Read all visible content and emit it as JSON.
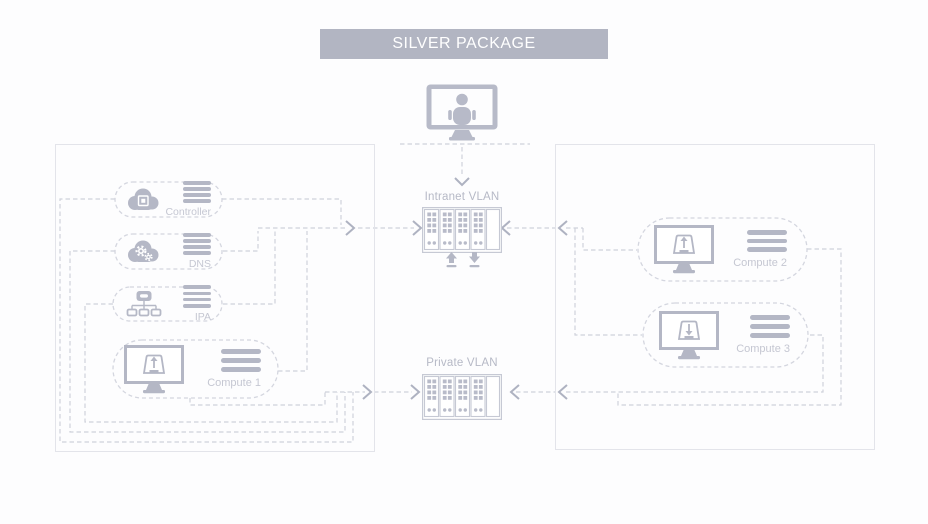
{
  "title_banner": {
    "label": "SILVER PACKAGE"
  },
  "user_terminal": {
    "icon": "monitor-user-icon"
  },
  "vlans": {
    "intranet": {
      "label": "Intranet VLAN",
      "icon": "switch-rack-icon",
      "transfer_icons": [
        "upload-arrow-icon",
        "download-arrow-icon"
      ]
    },
    "private": {
      "label": "Private VLAN",
      "icon": "switch-rack-icon"
    }
  },
  "left_zone": {
    "items": [
      {
        "label": "Controller",
        "icon": "cloud-chip-icon"
      },
      {
        "label": "DNS",
        "icon": "cloud-gears-icon"
      },
      {
        "label": "IPA",
        "icon": "network-tree-icon"
      },
      {
        "label": "Compute 1",
        "icon": "monitor-upload-icon"
      }
    ]
  },
  "right_zone": {
    "items": [
      {
        "label": "Compute 2",
        "icon": "monitor-upload-icon"
      },
      {
        "label": "Compute 3",
        "icon": "monitor-download-icon"
      }
    ]
  },
  "colors": {
    "banner_bg": "#b2b5c2",
    "banner_text": "#ffffff",
    "icon_fill": "#b5b8c6",
    "dashed_line": "#cfd2db",
    "arrowhead": "#aeb2c1",
    "node_label": "#c5c7d2",
    "vlan_label": "#b6b9c6",
    "zone_border": "#e3e4ea"
  }
}
